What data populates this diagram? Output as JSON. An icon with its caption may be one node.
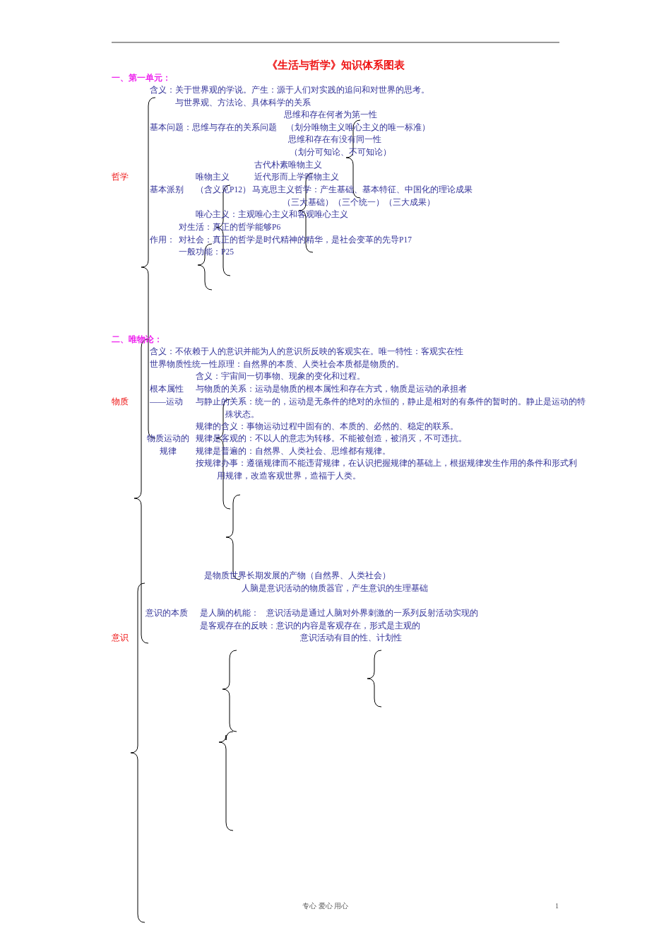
{
  "diagram": {
    "title": "《生活与哲学》知识体系图表",
    "labels": [
      "一、第一单元：",
      "含义：关于世界观的学说。产生：源于人们对实践的追问和对世界的思考。",
      "与世界观、方法论、具体科学的关系",
      "思维和存在何者为第一性",
      "基本问题：思维与存在的关系问题",
      "（划分唯物主义唯心主义的唯一标准）",
      "思维和存在有没有同一性",
      "（划分可知论、不可知论）",
      "古代朴素唯物主义",
      "哲学",
      "唯物主义",
      "近代形而上学唯物主义",
      "基本派别",
      "（含义见P12）",
      "马克思主义哲学：产生基础、基本特征、中国化的理论成果",
      "（三大基础）（三个统一）（三大成果）",
      "唯心主义：主观唯心主义和客观唯心主义",
      "对生活：真正的哲学能够P6",
      "作用：",
      "对社会：真正的哲学是时代精神的精华，是社会变革的先导P17",
      "一般功能：P25",
      "二、唯物论：",
      "含义：不依赖于人的意识并能为人的意识所反映的客观实在。唯一特性：客观实在性",
      "世界物质性统一性原理：自然界的本质、人类社会本质都是物质的。",
      "含义：宇宙间一切事物、现象的变化和过程。",
      "根本属性",
      "与物质的关系：运动是物质的根本属性和存在方式，物质是运动的承担者",
      "物质",
      "——运动",
      "与静止的关系：统一的，运动是无条件的绝对的永恒的，静止是相对的有条件的暂时的。静止是运动的特殊状态。",
      "规律的含义：事物运动过程中固有的、本质的、必然的、稳定的联系。",
      "物质运动的规律",
      "规律是客观的：不以人的意志为转移。不能被创造，被消灭，不可违抗。",
      "规律是普遍的：自然界、人类社会、思维都有规律。",
      "按规律办事：遵循规律而不能违背规律，在认识把握规律的基础上，根据规律发生作用的条件和形式利用规律，改造客观世界，造福于人类。",
      "是物质世界长期发展的产物（自然界、人类社会）",
      "人脑是意识活动的物质器官，产生意识的生理基础",
      "意识的本质",
      "是人脑的机能：",
      "意识活动是通过人脑对外界刺激的一系列反射活动实现的",
      "是客观存在的反映：意识的内容是客观存在，形式是主观的",
      "意识",
      "意识活动有目的性、计划性",
      "专心 爱心 用心",
      "1"
    ]
  }
}
